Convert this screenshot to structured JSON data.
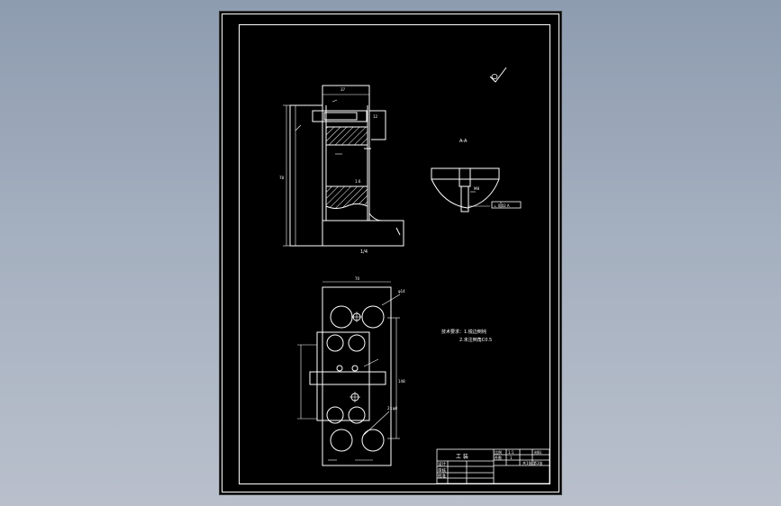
{
  "sheet": {
    "title_block": {
      "name": "工 装",
      "rows": [
        "设计",
        "审核",
        "批准"
      ],
      "scale_label": "比例",
      "scale_value": "1:1",
      "quantity_label": "件数",
      "quantity_value": "1",
      "material_label": "材料",
      "sheet_label": "共1张 第1张"
    },
    "section_label": "A-A",
    "roughness_symbol": "√",
    "notes": [
      "技术要求：1.锐边倒钝",
      "2.未注倒角C0.5"
    ],
    "dim_labels": {
      "top_width": "37",
      "height_total": "78",
      "slot_width": "12",
      "plan_width": "70",
      "plan_length": "148",
      "callout_right": "φ14",
      "callout_bottom": "2×φ8",
      "tolerance_box": "⊥ 0.02 A",
      "roughness_mid": "1.6",
      "thread": "M8",
      "base_text": "1/4"
    }
  }
}
